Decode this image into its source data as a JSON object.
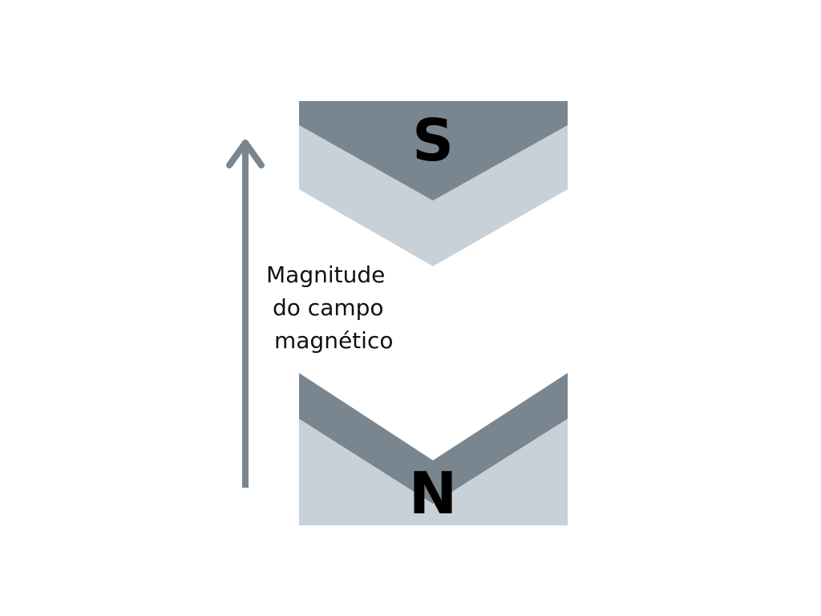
{
  "diagram": {
    "south_pole": {
      "letter": "S"
    },
    "north_pole": {
      "letter": "N"
    },
    "field_axis": {
      "label_lines": [
        "Magnitude",
        "do campo",
        "magnético"
      ],
      "direction": "up"
    }
  },
  "colors": {
    "dark_slate": "#798690",
    "light_slate": "#c8d0d8",
    "arrow": "#798690",
    "letter": "#000000",
    "background": "#ffffff"
  }
}
